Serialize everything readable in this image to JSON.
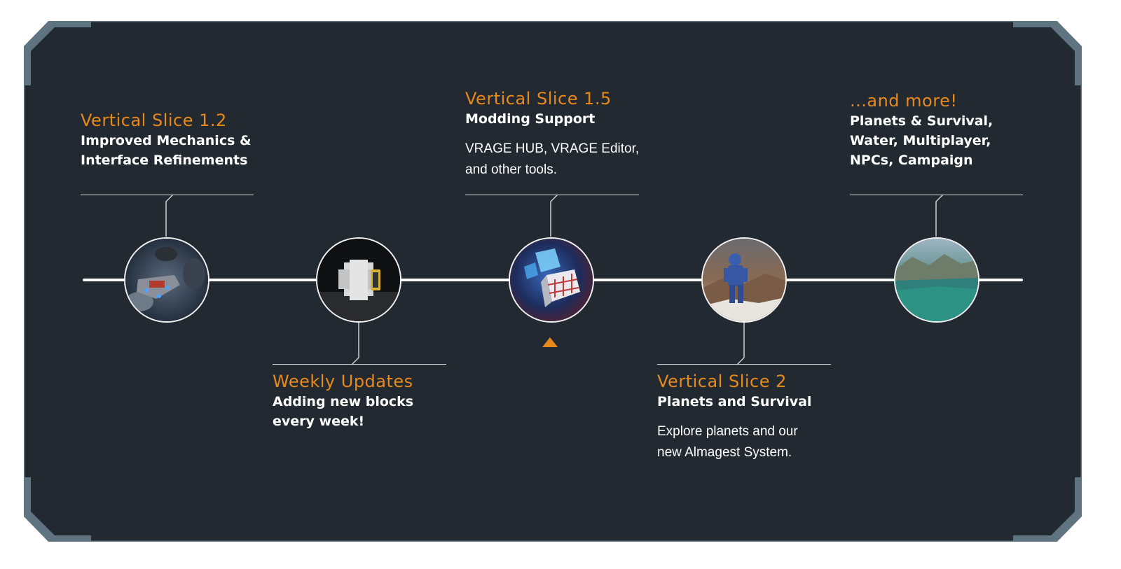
{
  "colors": {
    "panel_background": "#222930",
    "corner_accent": "#5e7480",
    "heading": "#e8891c",
    "text": "#ffffff",
    "line": "#ffffff"
  },
  "milestones": [
    {
      "heading": "Vertical Slice 1.2",
      "subheading_lines": [
        "Improved Mechanics &",
        "Interface Refinements"
      ],
      "description_lines": [],
      "image": "spaceship-in-asteroid-field-image"
    },
    {
      "heading": "Weekly Updates",
      "subheading_lines": [
        "Adding new blocks",
        "every week!"
      ],
      "description_lines": [],
      "image": "armor-block-image"
    },
    {
      "heading": "Vertical Slice 1.5",
      "subheading_lines": [
        "Modding Support"
      ],
      "description_lines": [
        "VRAGE HUB, VRAGE Editor,",
        "and other tools."
      ],
      "image": "glowing-cube-image"
    },
    {
      "heading": "Vertical Slice 2",
      "subheading_lines": [
        "Planets and Survival"
      ],
      "description_lines": [
        "Explore planets and our",
        "new Almagest System."
      ],
      "image": "astronaut-on-planet-image"
    },
    {
      "heading": "...and more!",
      "subheading_lines": [
        "Planets & Survival,",
        "Water, Multiplayer,",
        "NPCs, Campaign"
      ],
      "description_lines": [],
      "image": "coastal-planet-image"
    }
  ],
  "active_marker_icon": "triangle-up-icon"
}
